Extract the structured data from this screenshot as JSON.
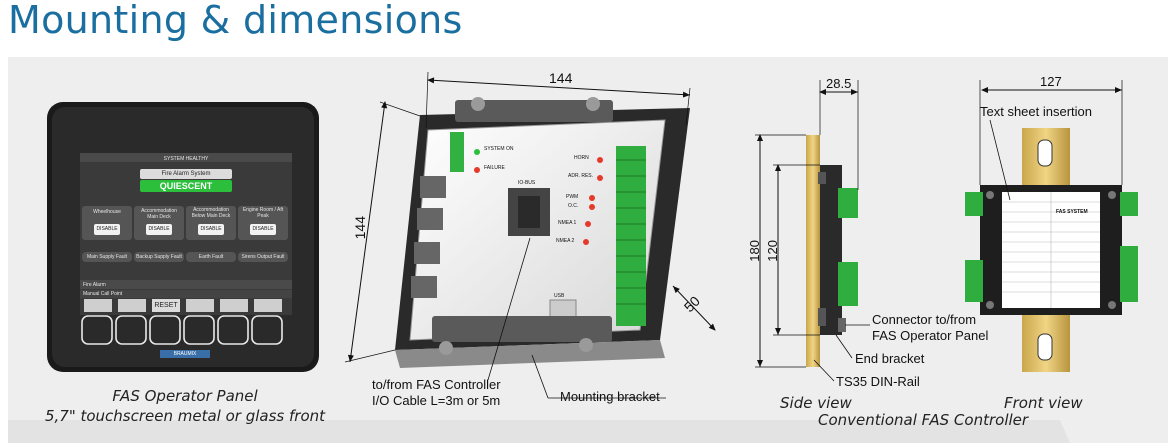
{
  "title": "Mounting & dimensions",
  "operator_panel": {
    "caption_line1": "FAS Operator Panel",
    "caption_line2": "5,7\" touchscreen metal or glass front",
    "screen": {
      "status_header": "SYSTEM HEALTHY",
      "system_name": "Fire Alarm System",
      "state": "QUIESCENT",
      "zones": [
        {
          "name": "Wheelhouse",
          "action": "DISABLE"
        },
        {
          "name": "Accommodation Main Deck",
          "action": "DISABLE"
        },
        {
          "name": "Accommodation Below Main Deck",
          "action": "DISABLE"
        },
        {
          "name": "Engine Room / Aft Peak",
          "action": "DISABLE"
        }
      ],
      "faults": [
        "Main Supply Fault",
        "Backup Supply Fault",
        "Earth Fault",
        "Sirens Output Fault"
      ],
      "alarm_label": "Fire Alarm",
      "callpoint_label": "Manual Call Point",
      "reset_label": "RESET",
      "brand": "BRAUMIX"
    }
  },
  "controller_iso": {
    "dim_width": "144",
    "dim_height": "144",
    "dim_depth": "50",
    "cable_label_line1": "to/from FAS Controller",
    "cable_label_line2": "I/O Cable L=3m or 5m",
    "bracket_label": "Mounting bracket",
    "leds_left": [
      "SYSTEM ON",
      "FAILURE"
    ],
    "leds_right": [
      "HORN",
      "ADR. RES.",
      "PWM",
      "O.C.",
      "NMEA 1",
      "NMEA 2"
    ],
    "bus_label": "IO-BUS",
    "usb_label": "USB"
  },
  "side_view": {
    "dim_depth": "28.5",
    "dim_outer": "180",
    "dim_inner": "120",
    "caption": "Side view",
    "labels": [
      "Connector to/from",
      "FAS Operator Panel",
      "End bracket",
      "TS35 DIN-Rail"
    ]
  },
  "front_view": {
    "dim_width": "127",
    "caption": "Front view",
    "text_sheet_label": "Text sheet insertion",
    "sheet_title": "FAS SYSTEM"
  },
  "group_caption": "Conventional FAS Controller"
}
